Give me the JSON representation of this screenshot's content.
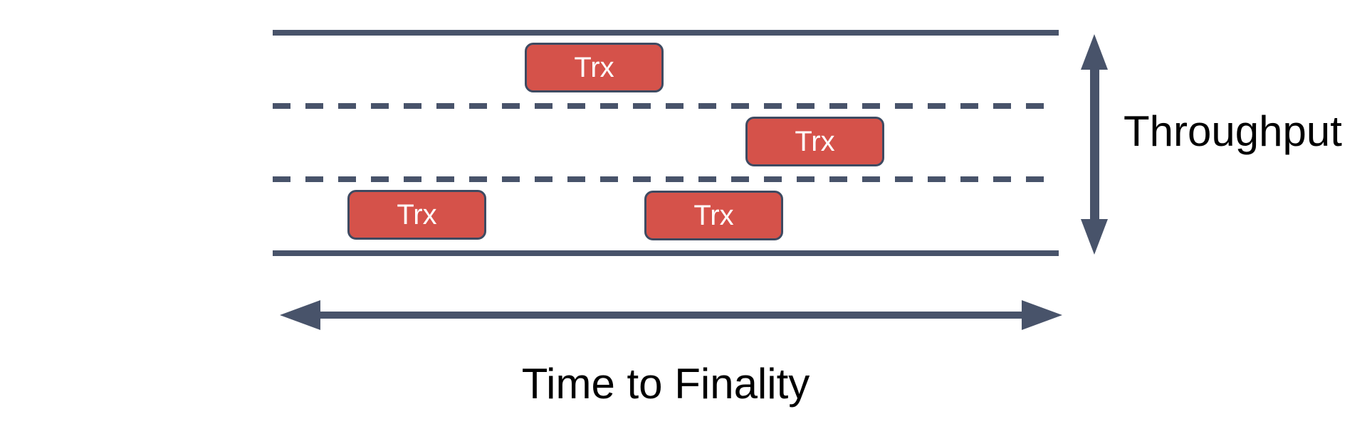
{
  "labels": {
    "throughput": "Throughput",
    "time_to_finality": "Time to Finality"
  },
  "transactions": [
    {
      "label": "Trx",
      "lane": "top"
    },
    {
      "label": "Trx",
      "lane": "middle"
    },
    {
      "label": "Trx",
      "lane": "bottom"
    },
    {
      "label": "Trx",
      "lane": "bottom"
    }
  ],
  "road": {
    "lanes": 3,
    "edge_style": "solid",
    "divider_style": "dashed"
  },
  "colors": {
    "stroke": "#48536A",
    "box-fill": "#D5524A",
    "box-border": "#3E4A61",
    "box-text": "#FFFFFF",
    "label-text": "#000000",
    "bg": "#FFFFFF"
  }
}
